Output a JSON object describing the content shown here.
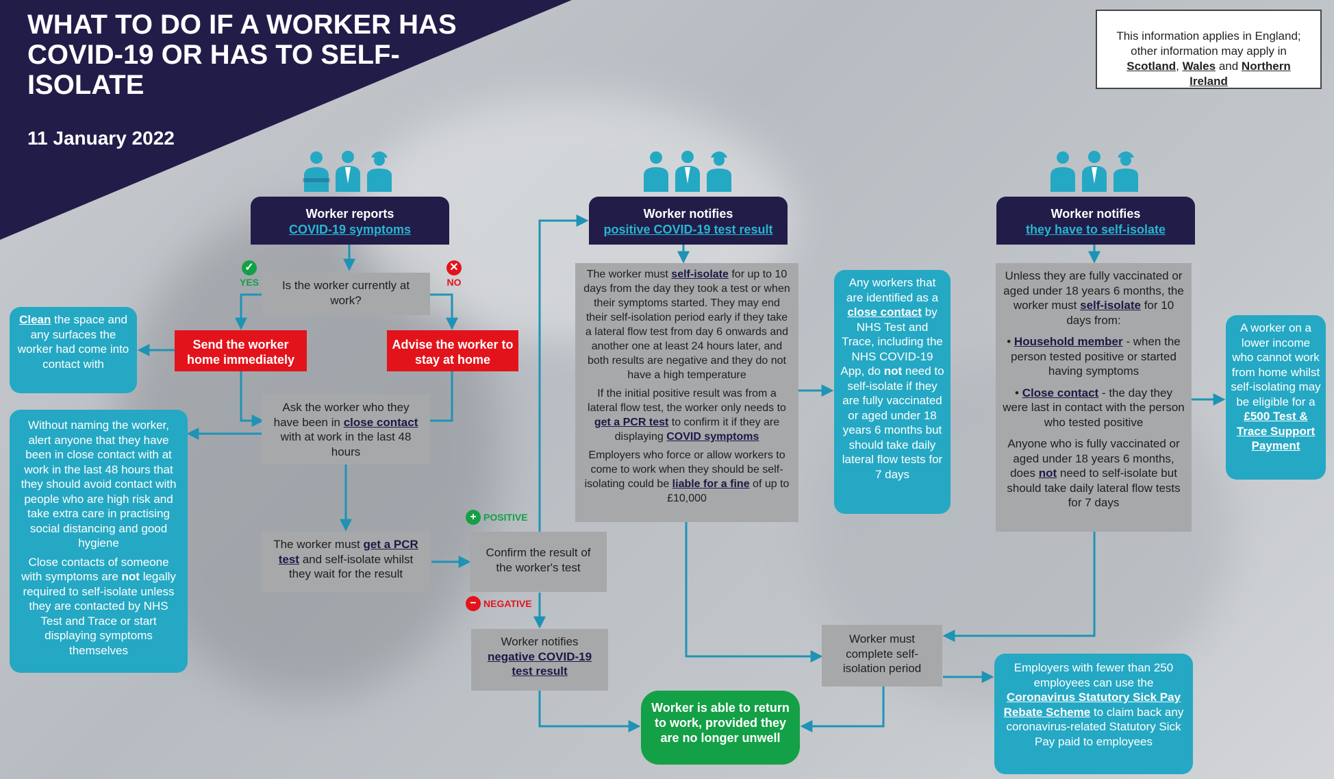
{
  "title": "WHAT TO DO IF A WORKER HAS COVID-19 OR HAS TO SELF-ISOLATE",
  "date": "11 January 2022",
  "notice": {
    "line1": "This information applies in England; other information may apply in",
    "scotland": "Scotland",
    "comma": ",",
    "wales": "Wales",
    "and": "and",
    "ni": "Northern Ireland"
  },
  "colors": {
    "navy": "#221c49",
    "teal": "#25a8c4",
    "red": "#e3131b",
    "green": "#14a046",
    "grey": "#a7a8aa"
  },
  "col1": {
    "header_line1": "Worker reports",
    "header_link": "COVID-19 symptoms",
    "question": "Is the worker currently at work?",
    "yes_label": "YES",
    "no_label": "NO",
    "send_home": "Send the worker home immediately",
    "advise_home": "Advise the worker to stay at home",
    "clean": {
      "link": "Clean",
      "text": "the space and any surfaces the worker had come into contact with"
    },
    "ask": {
      "pre": "Ask the worker who they have been in",
      "link": "close contact",
      "post": "with at work in the last 48 hours"
    },
    "alert": {
      "p1": "Without naming the worker, alert anyone that they have been in close contact with at work in the last 48 hours that they should avoid contact with people who are high risk and take extra care in practising social distancing and good hygiene",
      "p2_pre": "Close contacts of someone with symptoms are",
      "p2_bold": "not",
      "p2_post": "legally required to self-isolate unless they are contacted by NHS Test and Trace or start displaying symptoms themselves"
    },
    "pcr": {
      "pre": "The worker must",
      "link": "get a PCR test",
      "post": "and self-isolate whilst they wait for the result"
    },
    "confirm": "Confirm the result of the worker's test",
    "positive_label": "POSITIVE",
    "negative_label": "NEGATIVE",
    "neg_notify": {
      "pre": "Worker notifies",
      "link": "negative COVID-19 test result"
    }
  },
  "col2": {
    "header_line1": "Worker notifies",
    "header_link": "positive COVID-19 test result",
    "p1_pre": "The worker must",
    "p1_link": "self-isolate",
    "p1_post": "for up to 10 days from the day they took a test or when their symptoms started. They may end their self-isolation period early if they take a lateral flow test from day 6 onwards and another one at least 24 hours later, and both results are negative and they do not have a high temperature",
    "p2_pre": "If the initial positive result was from a lateral flow test, the worker only needs to",
    "p2_link": "get a PCR test",
    "p2_mid": "to confirm it if they are displaying",
    "p2_link2": "COVID symptoms",
    "p3_pre": "Employers who force or allow workers to come to work when they should be self-isolating could be",
    "p3_link": "liable for a fine",
    "p3_post": "of up to £10,000",
    "contacts": {
      "pre": "Any workers that are identified as a",
      "link": "close contact",
      "mid": "by NHS Test and Trace, including the NHS COVID-19 App, do",
      "bold": "not",
      "post": "need to self-isolate if they are fully vaccinated or aged under 18 years 6 months but should take daily lateral flow tests for 7 days"
    }
  },
  "col3": {
    "header_line1": "Worker notifies",
    "header_link": "they have to self-isolate",
    "p1_pre": "Unless they are fully vaccinated or aged under 18 years 6 months, the worker must",
    "p1_link": "self-isolate",
    "p1_post": "for 10 days from:",
    "b1_link": "Household member",
    "b1_text": "- when the person tested positive or started having symptoms",
    "b2_link": "Close contact",
    "b2_text": "- the day they were last in contact with the person who tested positive",
    "p2_pre": "Anyone who is fully vaccinated or aged under 18 years 6 months, does",
    "p2_bold": "not",
    "p2_post": "need to self-isolate but should take daily lateral flow tests for 7 days",
    "support": {
      "pre": "A worker on a lower income who cannot work from home whilst self-isolating may be eligible for a",
      "link": "£500 Test & Trace Support Payment"
    }
  },
  "complete": "Worker must complete self-isolation period",
  "return": "Worker is able to return to work, provided they are no longer unwell",
  "ssp": {
    "pre": "Employers with fewer than 250 employees can use the",
    "link": "Coronavirus Statutory Sick Pay Rebate Scheme",
    "post": "to claim back any coronavirus-related Statutory Sick Pay paid to employees"
  }
}
